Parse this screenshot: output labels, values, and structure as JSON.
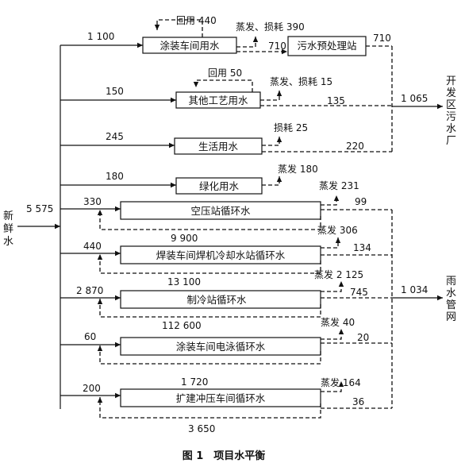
{
  "source": {
    "label": [
      "新",
      "鲜",
      "水"
    ],
    "value": "5 575"
  },
  "outlets": {
    "sewage": {
      "label": [
        "开",
        "发",
        "区",
        "污",
        "水",
        "厂"
      ],
      "value": "1 065"
    },
    "rain": {
      "label": [
        "雨",
        "水",
        "管",
        "网"
      ],
      "value": "1 034"
    }
  },
  "pretreat_box": "污水预处理站",
  "caption": "图 1　项目水平衡",
  "rows": [
    {
      "box": "涂装车间用水",
      "input": "1 100",
      "loss": "蒸发、损耗 390",
      "out": "710",
      "out2": "710",
      "recycle": "回用 440"
    },
    {
      "box": "其他工艺用水",
      "input": "150",
      "loss": "蒸发、损耗 15",
      "out": "135",
      "recycle": "回用 50"
    },
    {
      "box": "生活用水",
      "input": "245",
      "loss": "损耗 25",
      "out": "220"
    },
    {
      "box": "绿化用水",
      "input": "180",
      "loss": "蒸发 180"
    },
    {
      "box": "空压站循环水",
      "input": "330",
      "loss": "蒸发 231",
      "out": "99",
      "circ": "9 900"
    },
    {
      "box": "焊装车间焊机冷却水站循环水",
      "input": "440",
      "loss": "蒸发 306",
      "out": "134",
      "circ": "13 100"
    },
    {
      "box": "制冷站循环水",
      "input": "2 870",
      "loss": "蒸发 2 125",
      "out": "745",
      "circ": "112 600"
    },
    {
      "box": "涂装车间电泳循环水",
      "input": "60",
      "loss": "蒸发 40",
      "out": "20"
    },
    {
      "box": "扩建冲压车间循环水",
      "input": "200",
      "loss": "蒸发 164",
      "out": "36",
      "circ_top": "1 720",
      "circ": "3 650"
    }
  ]
}
